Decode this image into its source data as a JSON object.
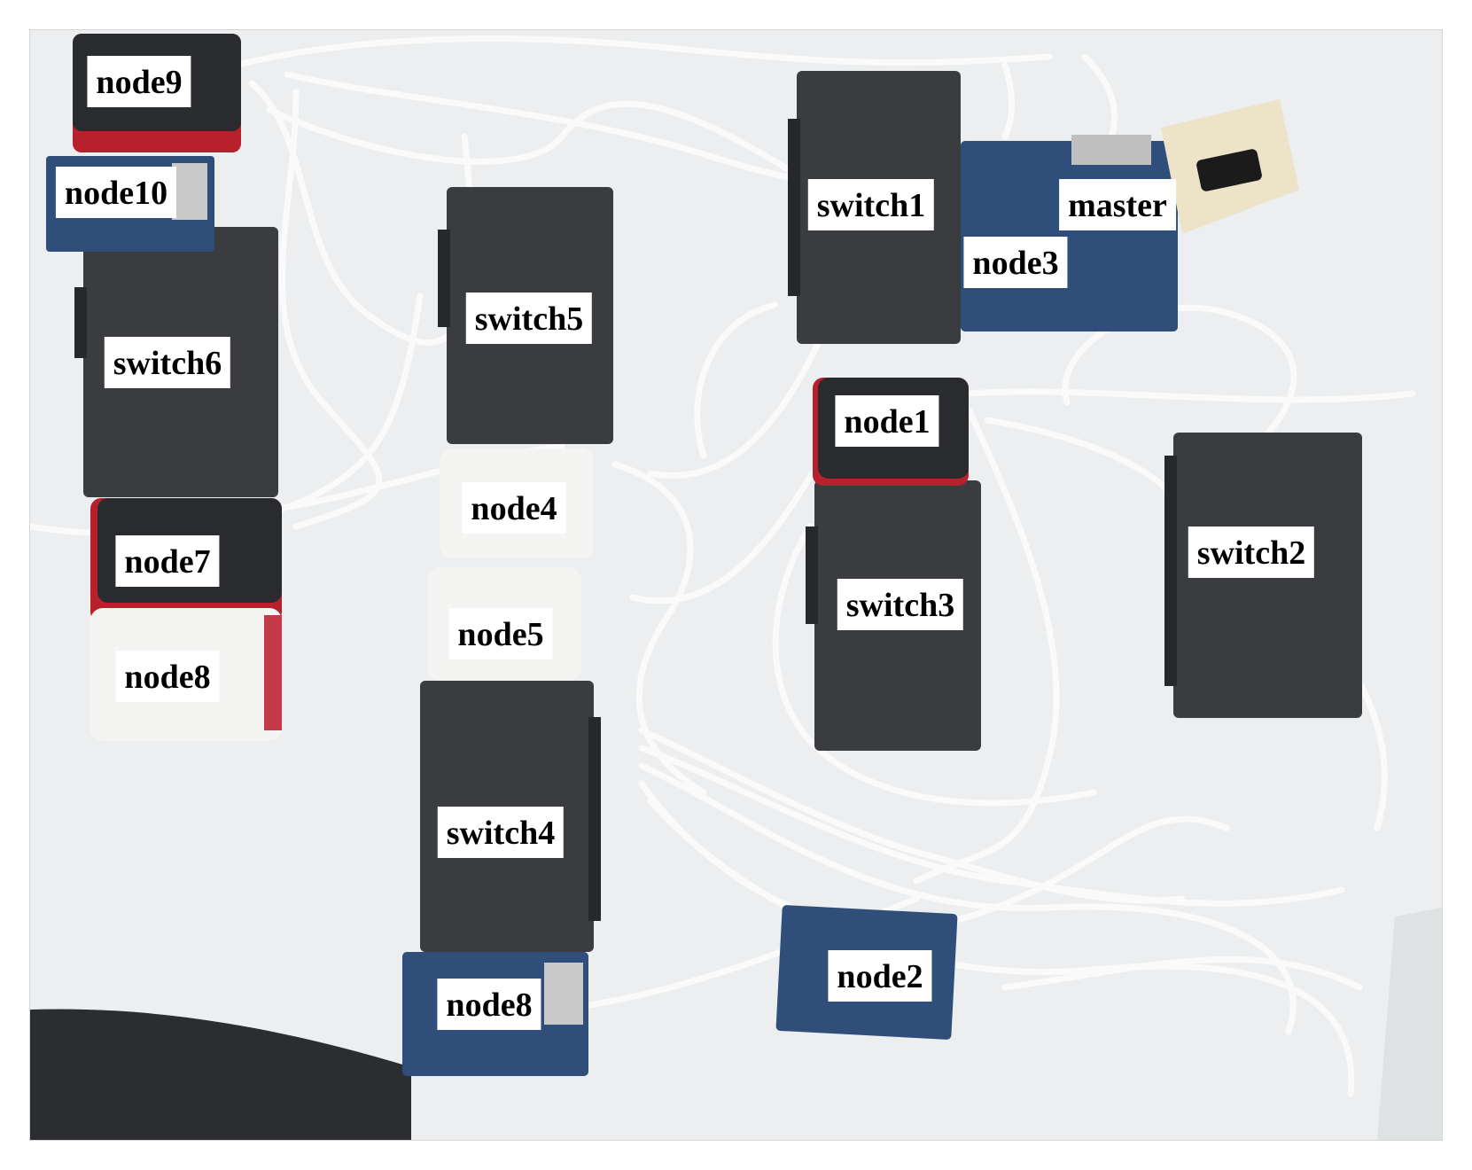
{
  "colors": {
    "tabletop": "#eceeef",
    "dark_floor": "#2b2d30",
    "switch_body": "#3a3c40",
    "switch_edge": "#26282b",
    "red_case": "#b8202c",
    "white_case": "#f4f4f2",
    "board_pcb": "#2f4f7a",
    "cable": "#fafafa"
  },
  "labels": {
    "node9": "node9",
    "node10": "node10",
    "switch6": "switch6",
    "switch5": "switch5",
    "switch1": "switch1",
    "master": "master",
    "node3": "node3",
    "node1": "node1",
    "node4": "node4",
    "node7": "node7",
    "switch2": "switch2",
    "switch3": "switch3",
    "node5": "node5",
    "node8_top": "node8",
    "switch4": "switch4",
    "node2": "node2",
    "node8_bottom": "node8"
  }
}
